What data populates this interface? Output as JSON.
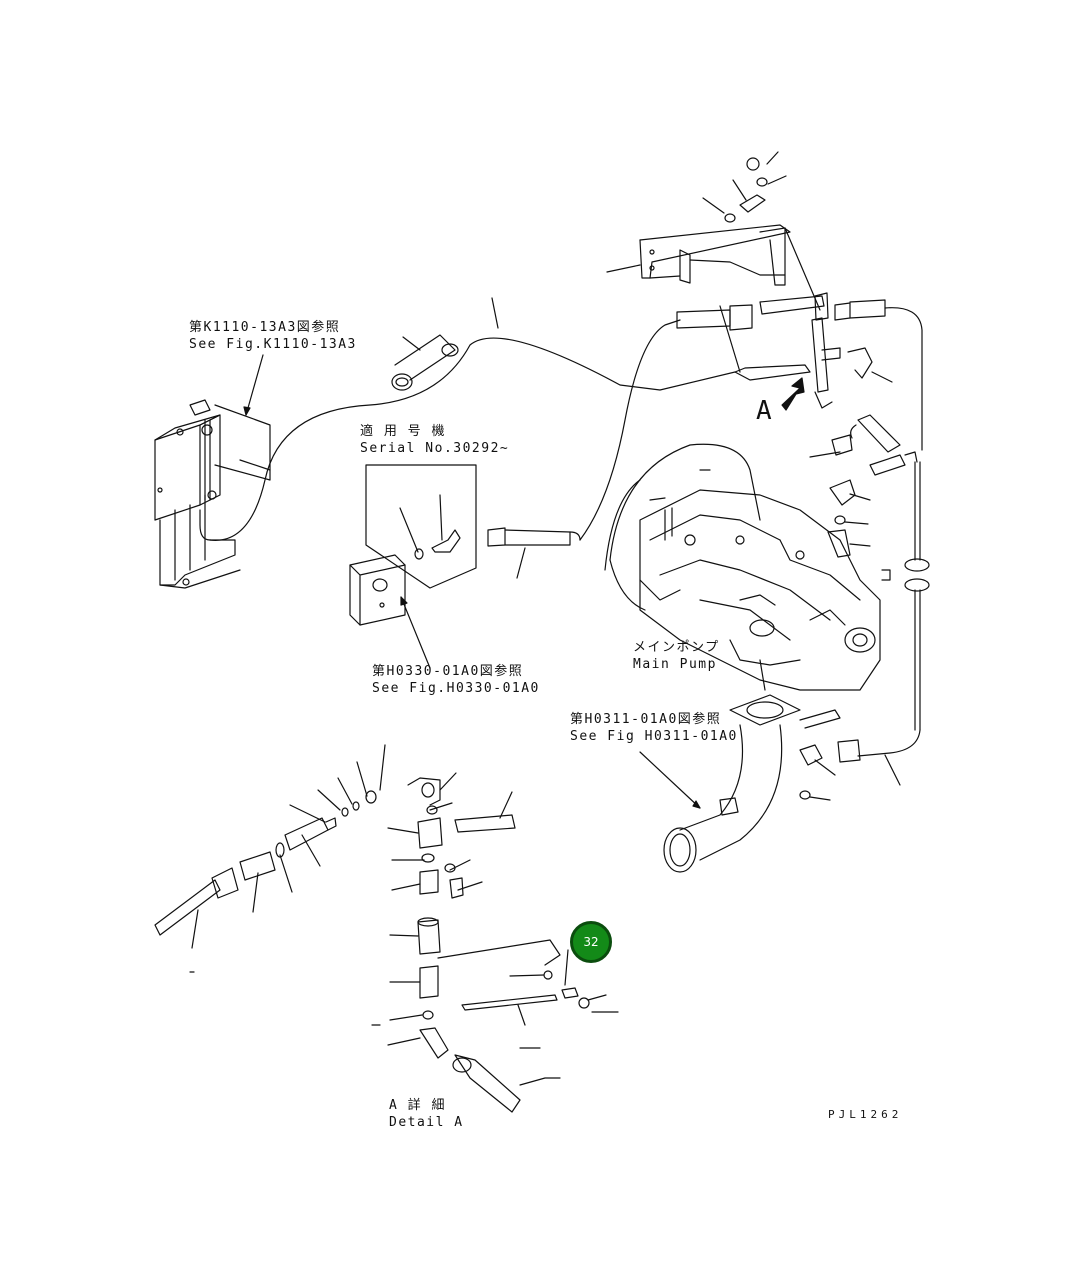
{
  "refs": {
    "k1110_jp": "第K1110-13A3図参照",
    "k1110_en": "See Fig.K1110-13A3",
    "serial_jp": "適 用 号 機",
    "serial_en": "Serial No.30292~",
    "h0330_jp": "第H0330-01A0図参照",
    "h0330_en": "See Fig.H0330-01A0",
    "h0311_jp": "第H0311-01A0図参照",
    "h0311_en": "See Fig H0311-01A0"
  },
  "pump": {
    "label_jp": "メインポンプ",
    "label_en": "Main Pump"
  },
  "view_marker": "A",
  "detail": {
    "title_jp": "A 詳 細",
    "title_en": "Detail A"
  },
  "drawing_code": "PJL1262",
  "callout": {
    "number": "32",
    "color": "#138a18"
  }
}
